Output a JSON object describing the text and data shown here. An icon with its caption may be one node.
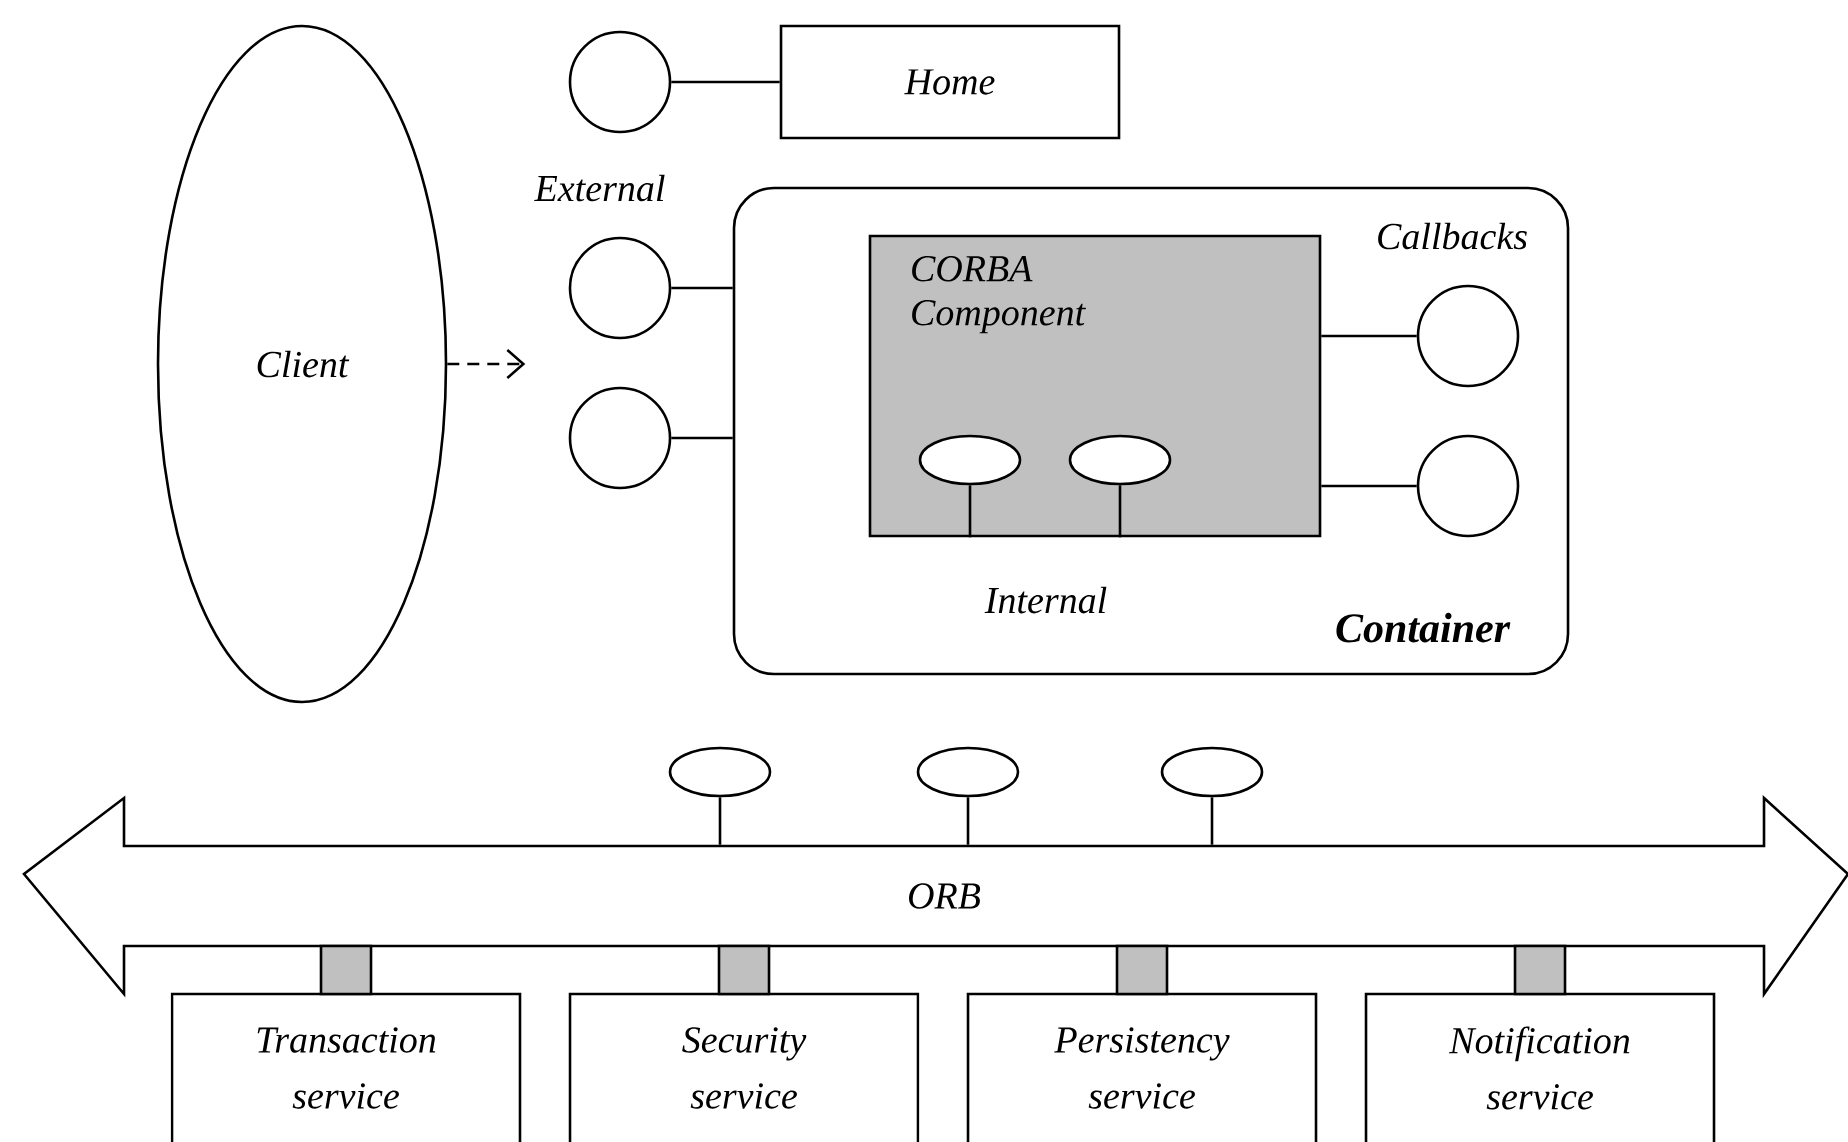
{
  "diagram": {
    "nodes": [
      {
        "text": [
          "Client"
        ]
      },
      {
        "text": [
          "Home"
        ]
      },
      {
        "text": [
          "Container"
        ]
      },
      {
        "text": [
          "CORBA Component"
        ],
        "in": 2
      },
      {
        "text": [],
        "shape": "circle"
      },
      {
        "text": [],
        "shape": "circle"
      },
      {
        "text": [],
        "shape": "circle"
      },
      {
        "text": [],
        "shape": "circle",
        "in": 2
      },
      {
        "text": [],
        "shape": "circle",
        "in": 2
      },
      {
        "text": [],
        "shape": "circle",
        "in": 3
      },
      {
        "text": [],
        "shape": "circle",
        "in": 3
      },
      {
        "text": [
          "ORB"
        ]
      },
      {
        "text": [],
        "shape": "circle"
      },
      {
        "text": [],
        "shape": "circle"
      },
      {
        "text": [],
        "shape": "circle"
      },
      {
        "text": [
          "Transaction service"
        ]
      },
      {
        "text": [
          "Security service"
        ]
      },
      {
        "text": [
          "Persistency service"
        ]
      },
      {
        "text": [
          "Notification service"
        ]
      }
    ],
    "edges": [
      {
        "from": 0,
        "to": null,
        "arrow": "to",
        "style": "dashed"
      },
      {
        "from": 4,
        "to": 1,
        "arrow": "none"
      },
      {
        "from": 5,
        "to": 2,
        "arrow": "none"
      },
      {
        "from": 6,
        "to": 2,
        "arrow": "none"
      },
      {
        "from": 3,
        "to": 7,
        "arrow": "none"
      },
      {
        "from": 3,
        "to": 8,
        "arrow": "none"
      },
      {
        "from": 9,
        "to": 3,
        "arrow": "none"
      },
      {
        "from": 10,
        "to": 3,
        "arrow": "none"
      },
      {
        "from": 12,
        "to": 11,
        "arrow": "none"
      },
      {
        "from": 13,
        "to": 11,
        "arrow": "none"
      },
      {
        "from": 14,
        "to": 11,
        "arrow": "none"
      }
    ],
    "labels": [
      "External",
      "Callbacks",
      "Internal"
    ]
  }
}
